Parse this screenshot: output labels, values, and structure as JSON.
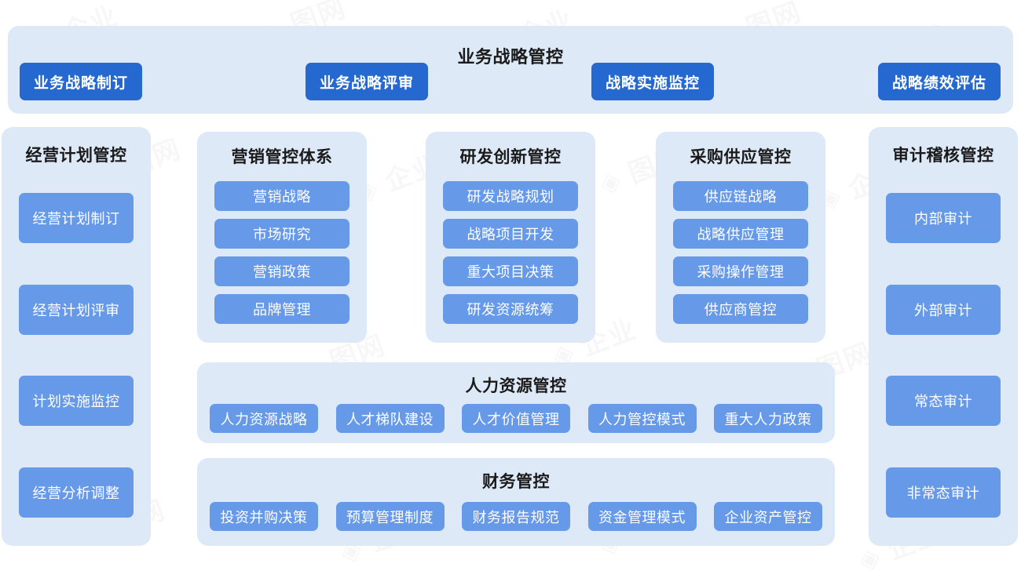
{
  "banner": {
    "title": "业务战略管控",
    "buttons": [
      {
        "label": "业务战略制订"
      },
      {
        "label": "业务战略评审"
      },
      {
        "label": "战略实施监控"
      },
      {
        "label": "战略绩效评估"
      }
    ]
  },
  "plan_column": {
    "title": "经营计划管控",
    "items": [
      {
        "label": "经营计划制订"
      },
      {
        "label": "经营计划评审"
      },
      {
        "label": "计划实施监控"
      },
      {
        "label": "经营分析调整"
      }
    ]
  },
  "marketing_column": {
    "title": "营销管控体系",
    "items": [
      {
        "label": "营销战略"
      },
      {
        "label": "市场研究"
      },
      {
        "label": "营销政策"
      },
      {
        "label": "品牌管理"
      }
    ]
  },
  "rd_column": {
    "title": "研发创新管控",
    "items": [
      {
        "label": "研发战略规划"
      },
      {
        "label": "战略项目开发"
      },
      {
        "label": "重大项目决策"
      },
      {
        "label": "研发资源统筹"
      }
    ]
  },
  "supply_column": {
    "title": "采购供应管控",
    "items": [
      {
        "label": "供应链战略"
      },
      {
        "label": "战略供应管理"
      },
      {
        "label": "采购操作管理"
      },
      {
        "label": "供应商管控"
      }
    ]
  },
  "audit_column": {
    "title": "审计稽核管控",
    "items": [
      {
        "label": "内部审计"
      },
      {
        "label": "外部审计"
      },
      {
        "label": "常态审计"
      },
      {
        "label": "非常态审计"
      }
    ]
  },
  "hr_row": {
    "title": "人力资源管控",
    "items": [
      {
        "label": "人力资源战略"
      },
      {
        "label": "人才梯队建设"
      },
      {
        "label": "人才价值管理"
      },
      {
        "label": "人力管控模式"
      },
      {
        "label": "重大人力政策"
      }
    ]
  },
  "finance_row": {
    "title": "财务管控",
    "items": [
      {
        "label": "投资并购决策"
      },
      {
        "label": "预算管理制度"
      },
      {
        "label": "财务报告规范"
      },
      {
        "label": "资金管理模式"
      },
      {
        "label": "企业资产管控"
      }
    ]
  },
  "colors": {
    "panel_background": "#dee9f7",
    "primary_button": "#2468d0",
    "secondary_button": "#6699e8",
    "page_background": "#ffffff",
    "title_text": "#1a1a1a",
    "button_text": "#ffffff"
  }
}
